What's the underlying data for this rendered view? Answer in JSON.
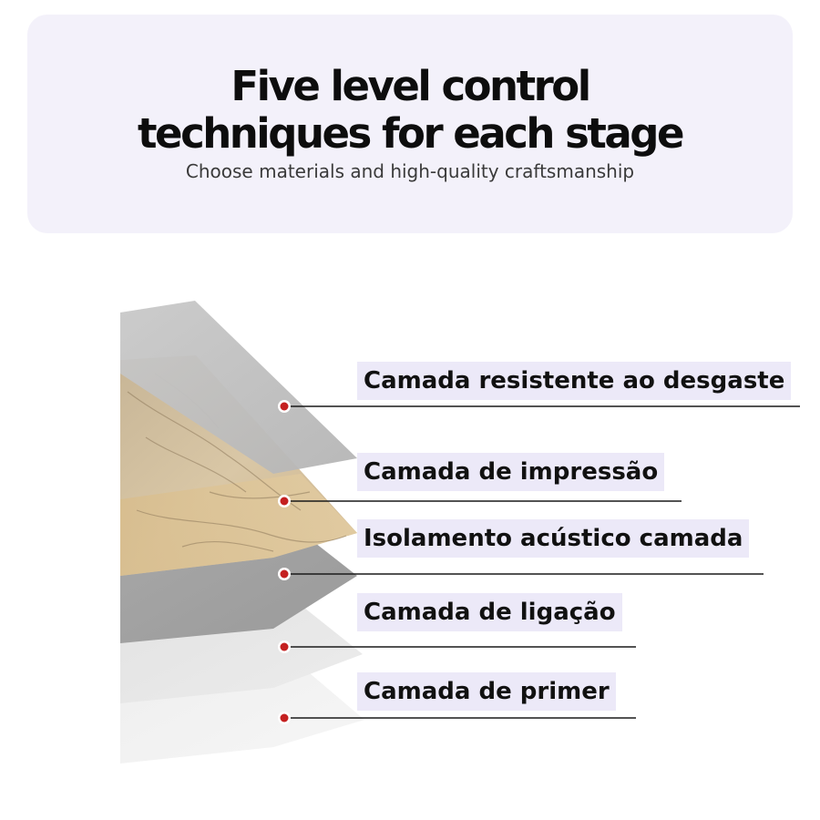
{
  "header": {
    "title_line1": "Five level control",
    "title_line2": "techniques for each stage",
    "subtitle": "Choose materials and high-quality craftsmanship"
  },
  "layers": [
    {
      "label": "Camada resistente ao desgaste",
      "color": "#bdbdbd"
    },
    {
      "label": "Camada de impressão",
      "color": "#d4c2a2"
    },
    {
      "label": "Isolamento acústico camada",
      "color": "#a3a3a3"
    },
    {
      "label": "Camada de ligação",
      "color": "#e6e6e6"
    },
    {
      "label": "Camada de primer",
      "color": "#f0f0f0"
    }
  ],
  "colors": {
    "header_background": "#f3f1fa",
    "label_background": "#ece9f8",
    "marker_dot": "#c42020"
  }
}
